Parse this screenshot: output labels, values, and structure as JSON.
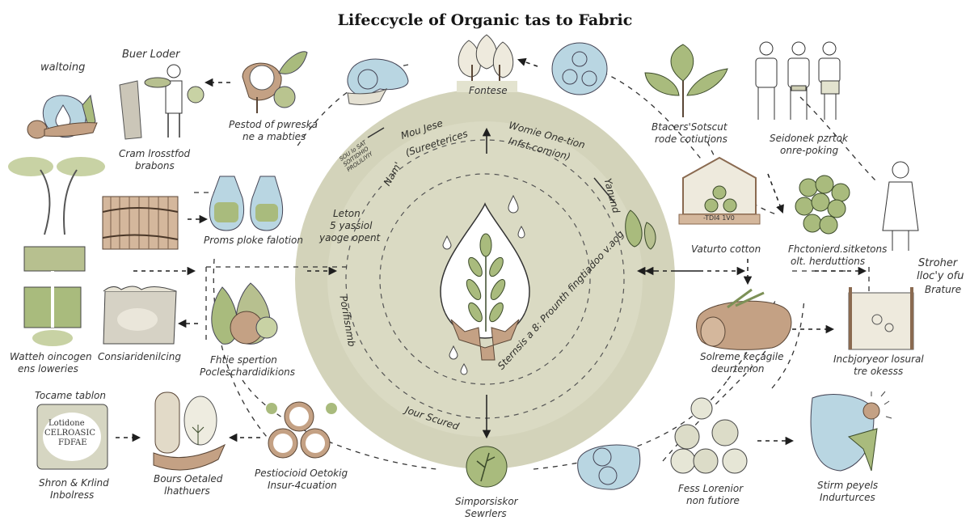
{
  "title": "Lifeccycle of Organic tas to Fabric",
  "colors": {
    "circle_outer": "#cfcfb4",
    "circle_inner": "#e3e3cf",
    "leaf_green": "#a6b577",
    "earth_brown": "#c9a88a",
    "water_blue": "#b9d6e2",
    "ink": "#2b2b2b"
  },
  "center": {
    "top_label": "Fontese",
    "bottom_label": "Simporsiskor Sewrlers",
    "bottom_label_line2": "Sewrlers",
    "bottom_label_line1": "Simporsiskor"
  },
  "ring_labels": {
    "upper_left": "Mou Jese",
    "upper_left_2": "(Sureeterices",
    "nam": "Nam'",
    "small_block": "SOU lo SAT SOITIDHIO PROLILIYIY",
    "upper_right": "Womie One-tion",
    "upper_right_2": "Infst.comion)",
    "right_side": "Yanund",
    "left_mid_1": "Leton",
    "left_mid_2": "5 yassiol",
    "left_mid_3": "yaoge opent",
    "left_vertical": "Porifisnmb",
    "bottom_left": "Jour Scured",
    "bottom_right": "Sternsis a 8: Prounth fingtiadoo v.aog"
  },
  "nodes": [
    {
      "id": "waltoing",
      "label": [
        "waltoing"
      ]
    },
    {
      "id": "buer-loder",
      "label": [
        "Buer Loder"
      ]
    },
    {
      "id": "cram",
      "label": [
        "Cram lrosstfod",
        "brabons"
      ]
    },
    {
      "id": "pestod",
      "label": [
        "Pestod of pwreska",
        "ne a mabties"
      ]
    },
    {
      "id": "proms",
      "label": [
        "Proms ploke falotion"
      ]
    },
    {
      "id": "stacers",
      "label": [
        "Btacers'Sotscut",
        "rode cotiutions"
      ]
    },
    {
      "id": "seidonek",
      "label": [
        "Seidonek pzrtok",
        "onre-poking"
      ]
    },
    {
      "id": "vaturto",
      "label": [
        "Vaturto cotton"
      ]
    },
    {
      "id": "fhctoniad",
      "label": [
        "Fhctonierd.sitketons",
        "olt. herduttions"
      ]
    },
    {
      "id": "stroher",
      "label": [
        "Stroher",
        "lloc'y ofu",
        "Brature"
      ]
    },
    {
      "id": "watteh",
      "label": [
        "Watteh oincogen",
        "ens loweries"
      ]
    },
    {
      "id": "consiari",
      "label": [
        "Consiaridenilcing"
      ]
    },
    {
      "id": "fhtie",
      "label": [
        "Fhtie spertion",
        "Pocleschardidikions"
      ]
    },
    {
      "id": "solreme",
      "label": [
        "Solreme kecagile",
        "deurtenion"
      ]
    },
    {
      "id": "incbjor",
      "label": [
        "Incbjoryeor losural",
        "tre okesss"
      ]
    },
    {
      "id": "tocame",
      "label": [
        "Tocame tablon"
      ]
    },
    {
      "id": "shron",
      "label": [
        "Shron & Krlind",
        "Inbolress"
      ]
    },
    {
      "id": "bours",
      "label": [
        "Bours Oetaled",
        "lhathuers"
      ]
    },
    {
      "id": "pesticioid",
      "label": [
        "Pestiocioid Oetokig",
        "Insur-4cuation"
      ]
    },
    {
      "id": "fess",
      "label": [
        "Fess Lorenior",
        "non futiore"
      ]
    },
    {
      "id": "stirm",
      "label": [
        "Stirm peyels",
        "Indurturces"
      ]
    }
  ],
  "badges": {
    "tocame_card": [
      "Lotidone",
      "CELROASIC",
      "FDFAE"
    ],
    "house_sign": "-TDI4 1V0"
  }
}
